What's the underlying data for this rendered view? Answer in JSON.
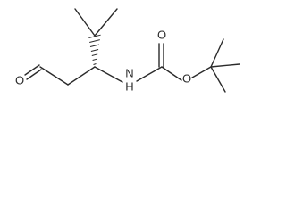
{
  "atoms": {
    "aldehyde_oxygen": "O",
    "amine_nitrogen": "N",
    "amine_hydrogen": "H",
    "carbonyl_oxygen": "O",
    "ester_oxygen": "O"
  },
  "colors": {
    "bond": "#2b2b2b",
    "background": "#ffffff"
  }
}
